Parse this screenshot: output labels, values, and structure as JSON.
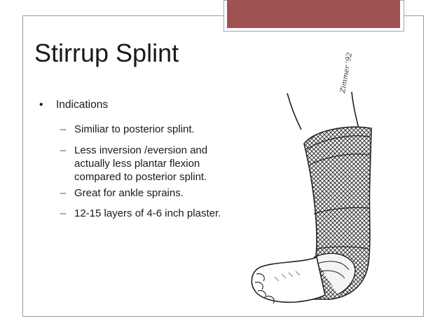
{
  "slide": {
    "title": "Stirrup Splint",
    "bullet": {
      "marker": "•",
      "text": "Indications"
    },
    "sub_items": [
      {
        "dash": "–",
        "text": "Similiar to posterior splint."
      },
      {
        "dash": "–",
        "text": "Less inversion /eversion and actually less plantar flexion compared to posterior splint."
      },
      {
        "dash": "–",
        "text": "Great for ankle sprains."
      },
      {
        "dash": "–",
        "text": "12-15 layers of 4-6 inch plaster."
      }
    ],
    "illustration": {
      "icon": "leg-splint-illustration",
      "signature": "Zimmer '92"
    },
    "colors": {
      "accent_bar": "#a05252",
      "accent_border": "#9aa6c8",
      "frame_border": "#9a9a9a",
      "text": "#1a1a1a"
    }
  }
}
